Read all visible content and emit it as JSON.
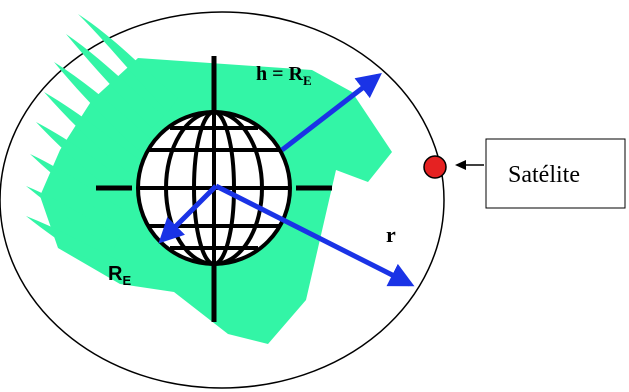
{
  "labels": {
    "altitude": {
      "main": "h = R",
      "sub": "E"
    },
    "radius": "r",
    "earth_radius": {
      "main": "R",
      "sub": "E"
    },
    "satellite_box": "Satélite"
  },
  "colors": {
    "coverage_fill": "#33f5a6",
    "arrow": "#1a33e6",
    "satellite": "#e52222",
    "stroke": "#000000"
  }
}
